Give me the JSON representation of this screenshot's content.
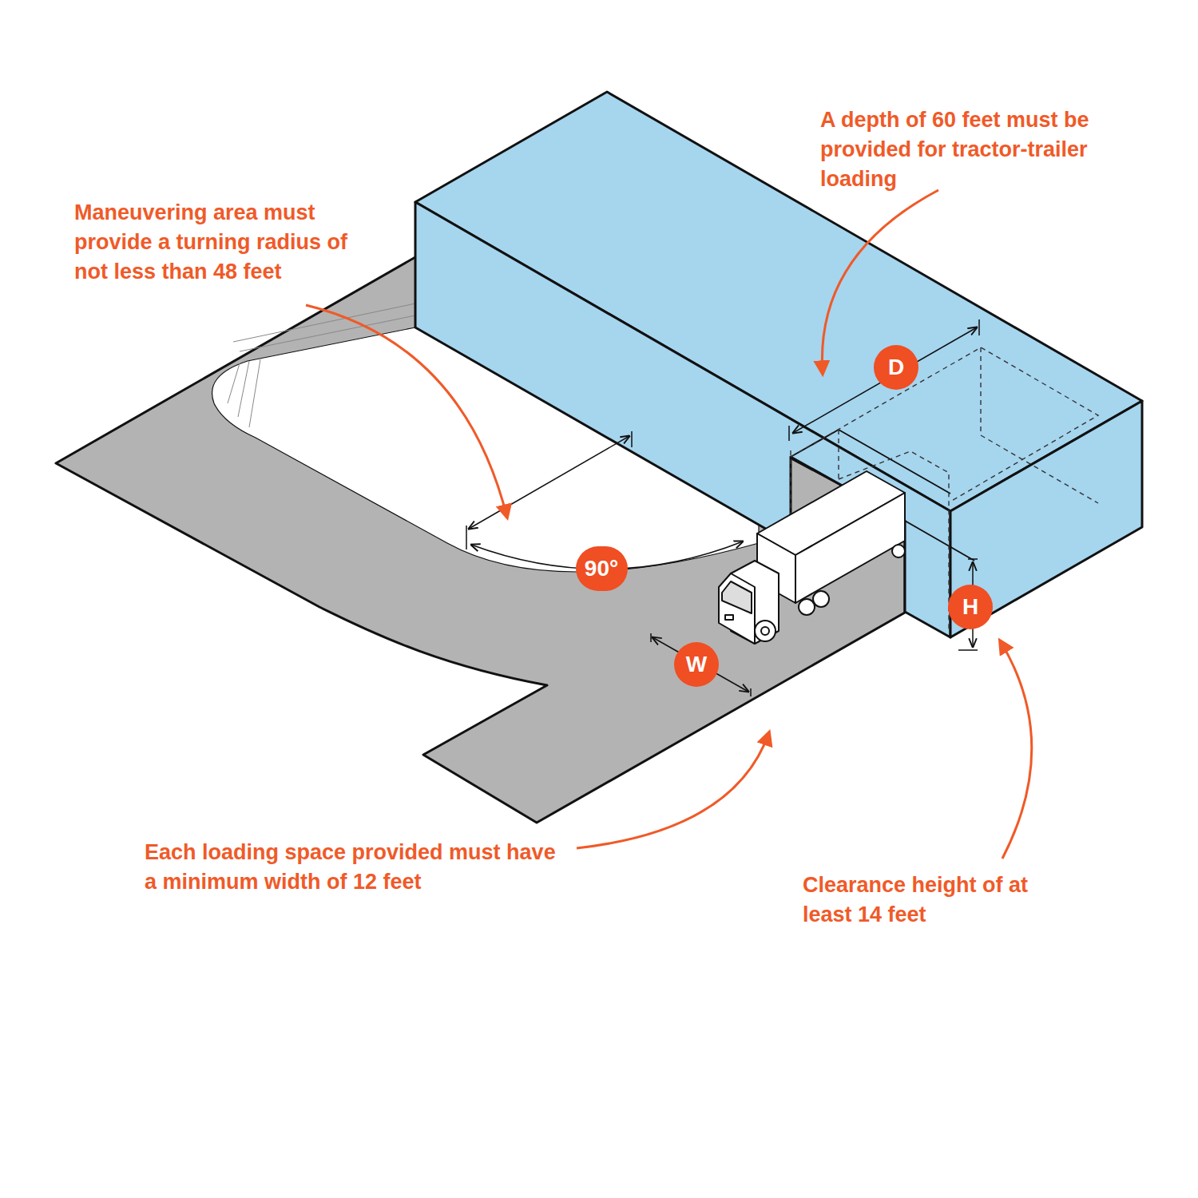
{
  "diagram": {
    "nodes": [
      {
        "text": [
          "D"
        ]
      },
      {
        "text": [
          "90°"
        ]
      },
      {
        "text": [
          "H"
        ]
      },
      {
        "text": [
          "W"
        ]
      }
    ],
    "labels": [
      "A depth of 60 feet must be provided for tractor-trailer loading",
      "Maneuvering area must provide a turning radius of not less than 48 feet",
      "Each loading space provided must have a minimum width of 12 feet",
      "Clearance height of at least 14 feet"
    ]
  }
}
